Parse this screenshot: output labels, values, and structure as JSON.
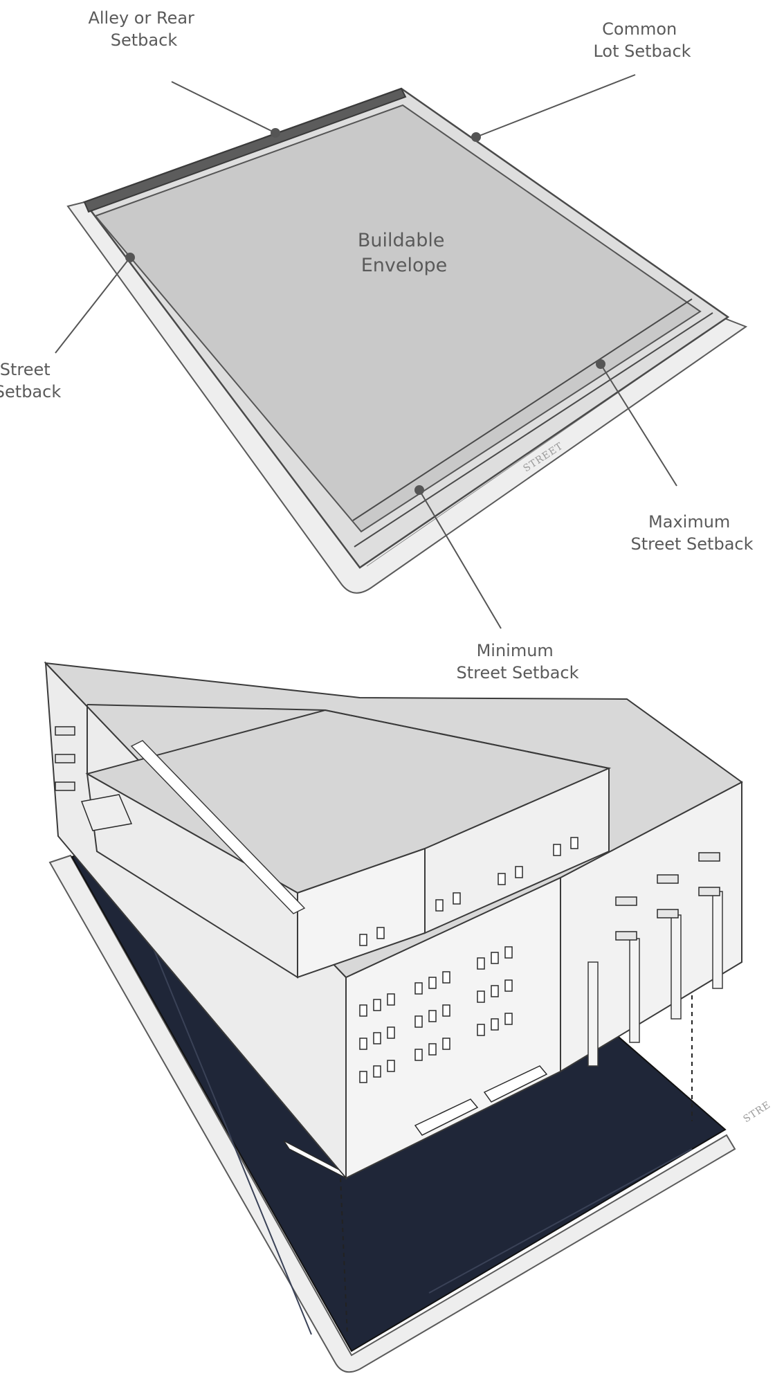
{
  "labels": {
    "alley_rear_setback": [
      "Alley or Rear",
      "Setback"
    ],
    "common_lot_setback": [
      "Common",
      "Lot Setback"
    ],
    "buildable_envelope": [
      "Buildable",
      "Envelope"
    ],
    "street_setback": [
      "Street",
      "Setback"
    ],
    "maximum_street_setback": [
      "Maximum",
      "Street Setback"
    ],
    "minimum_street_setback": [
      "Minimum",
      "Street Setback"
    ],
    "street_top": "STREET",
    "street_bottom": "STRE"
  },
  "colors": {
    "envelope_fill": "#c9c9c9",
    "setback_band": "#dedede",
    "rear_setback": "#5c5c5c",
    "footprint": "#1f2638",
    "sidewalk": "#eeeeee",
    "building": "#f2f2f2",
    "roof": "#d6d6d6",
    "line": "#555555"
  }
}
